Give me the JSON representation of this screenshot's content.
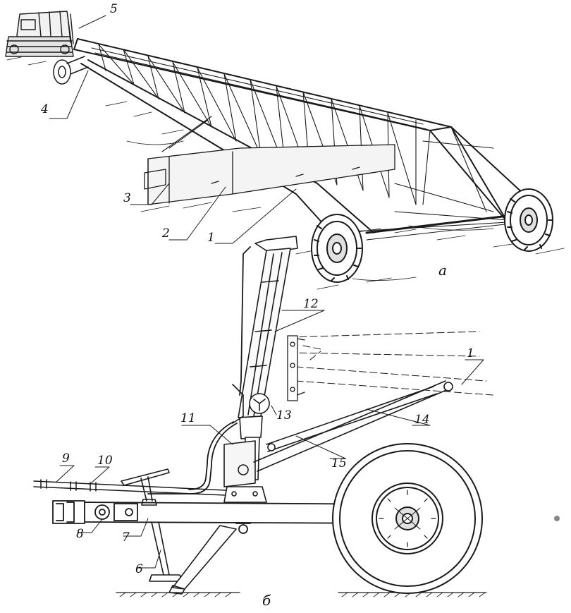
{
  "panels": [
    {
      "id": "a",
      "caption": "а"
    },
    {
      "id": "b",
      "caption": "б"
    }
  ],
  "callouts": {
    "a": [
      "1",
      "2",
      "3",
      "4",
      "5"
    ],
    "b": [
      "1",
      "6",
      "7",
      "8",
      "9",
      "10",
      "11",
      "12",
      "13",
      "14",
      "15"
    ]
  },
  "colors": {
    "ink": "#1a1a1a",
    "paper": "#ffffff"
  }
}
